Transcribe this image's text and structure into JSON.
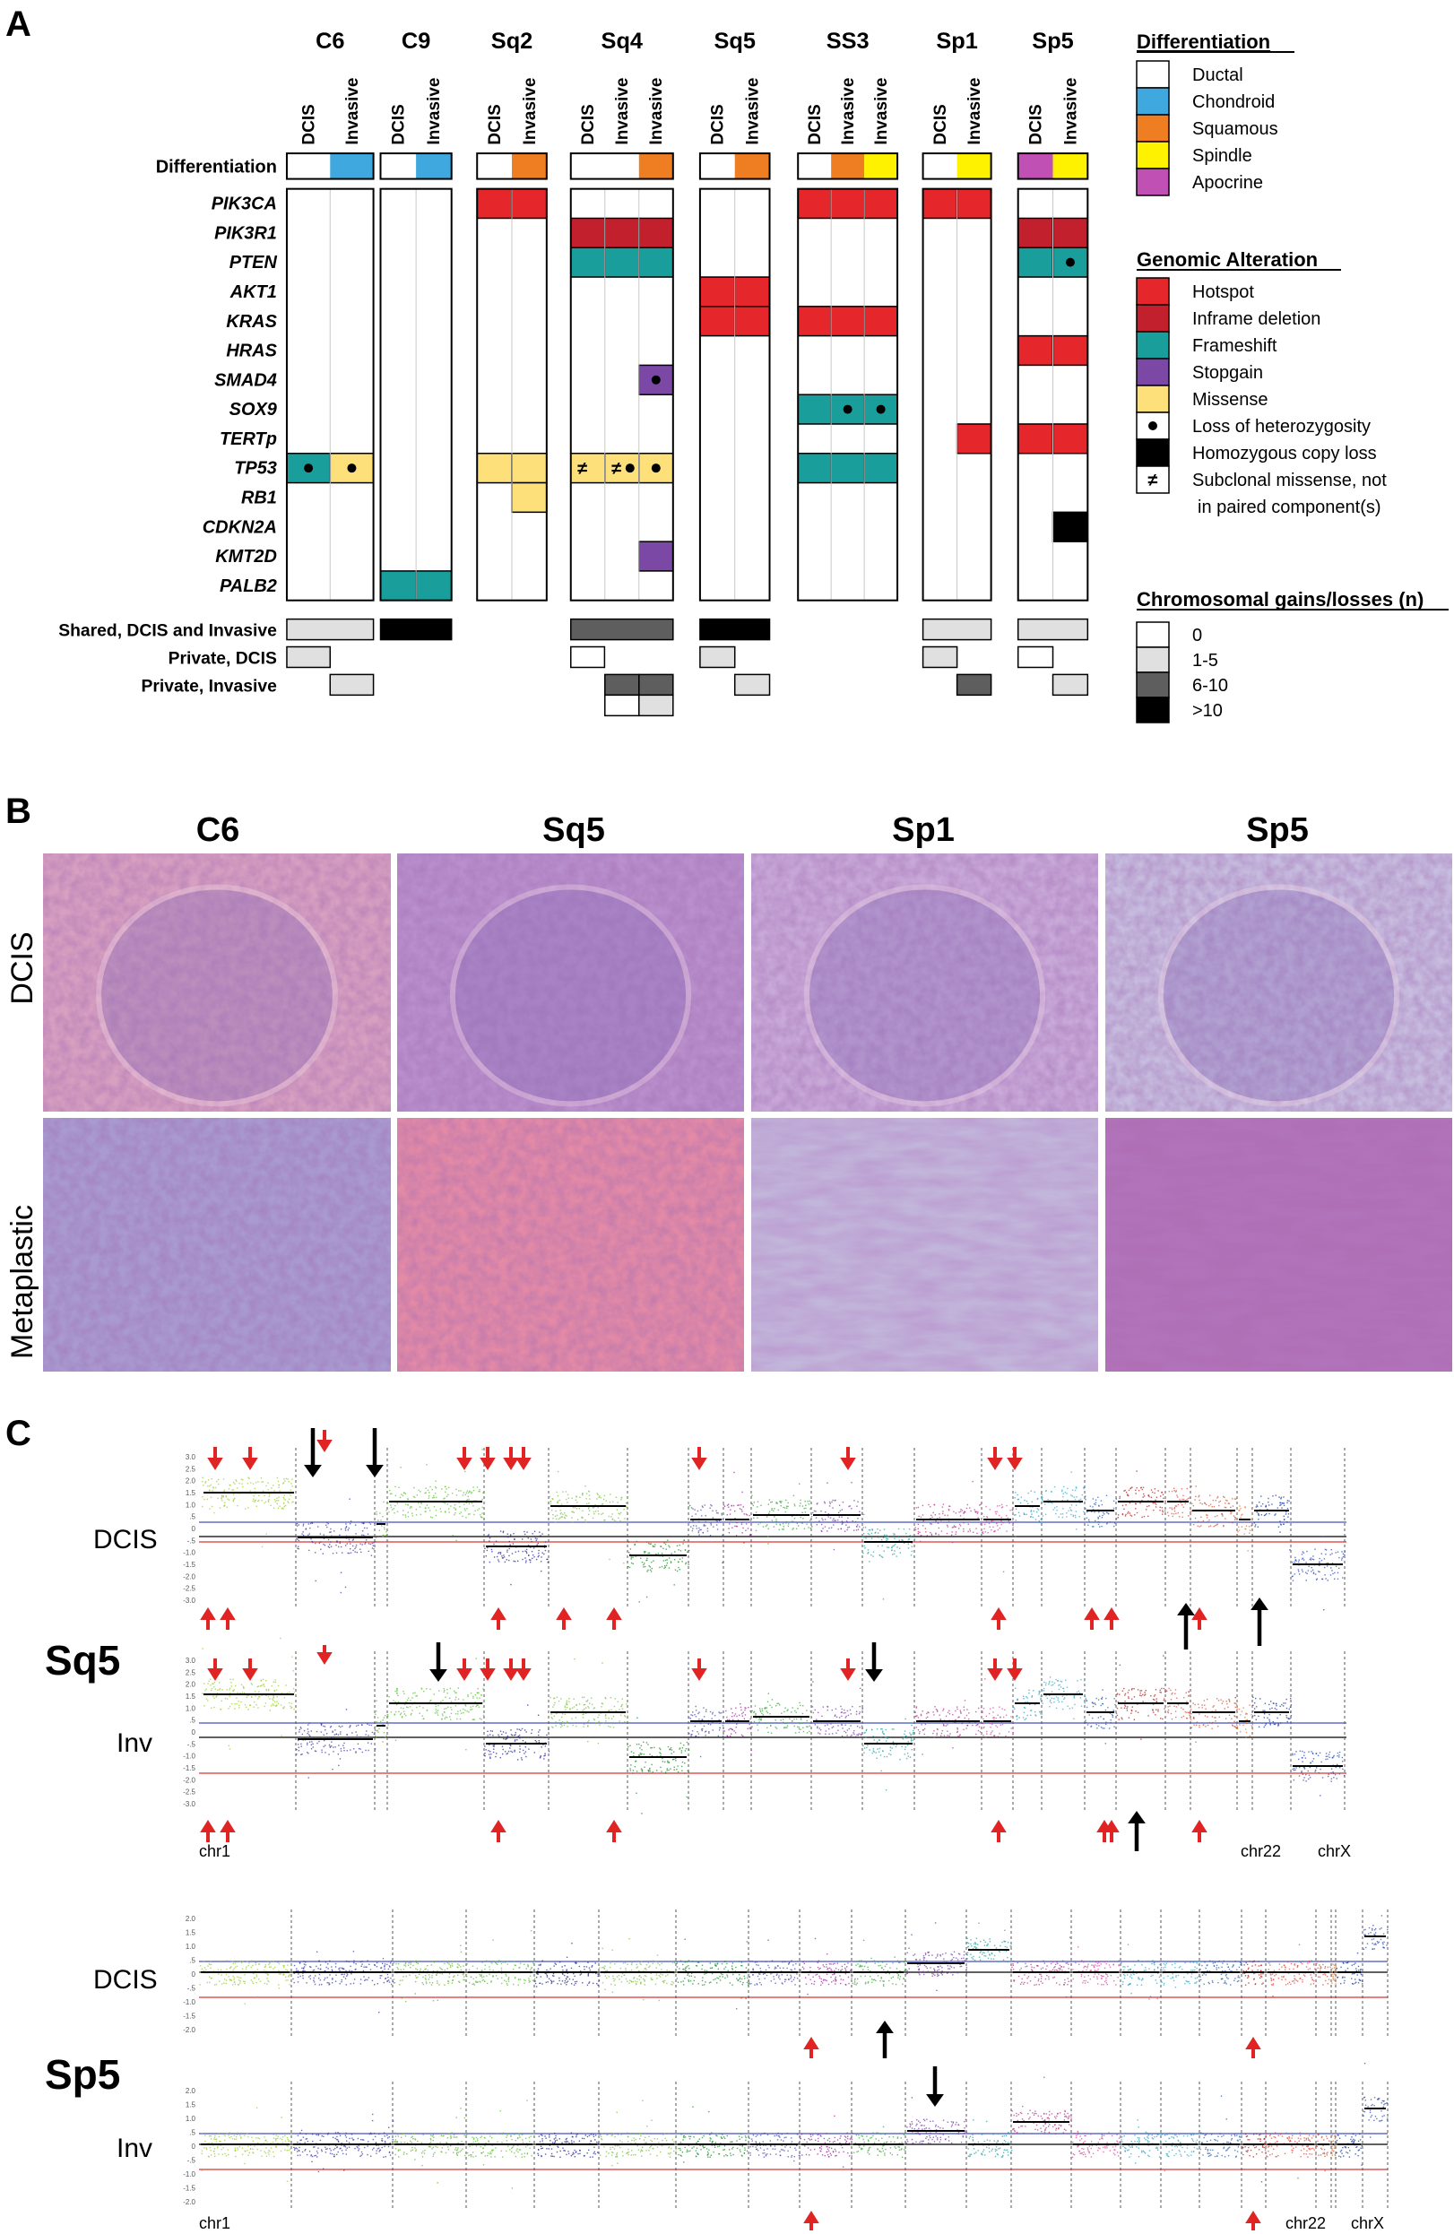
{
  "panels": {
    "a": "A",
    "b": "B",
    "c": "C"
  },
  "panelA": {
    "cases": [
      {
        "id": "C6",
        "components": [
          "DCIS",
          "Invasive"
        ],
        "diff": [
          "Ductal",
          "Chondroid"
        ]
      },
      {
        "id": "C9",
        "components": [
          "DCIS",
          "Invasive"
        ],
        "diff": [
          "Ductal",
          "Chondroid"
        ]
      },
      {
        "id": "Sq2",
        "components": [
          "DCIS",
          "Invasive"
        ],
        "diff": [
          "Ductal",
          "Squamous"
        ]
      },
      {
        "id": "Sq4",
        "components": [
          "DCIS",
          "Invasive",
          "Invasive"
        ],
        "diff": [
          "Ductal",
          "Ductal",
          "Squamous"
        ]
      },
      {
        "id": "Sq5",
        "components": [
          "DCIS",
          "Invasive"
        ],
        "diff": [
          "Ductal",
          "Squamous"
        ]
      },
      {
        "id": "SS3",
        "components": [
          "DCIS",
          "Invasive",
          "Invasive"
        ],
        "diff": [
          "Ductal",
          "Squamous",
          "Spindle"
        ]
      },
      {
        "id": "Sp1",
        "components": [
          "DCIS",
          "Invasive"
        ],
        "diff": [
          "Ductal",
          "Spindle"
        ]
      },
      {
        "id": "Sp5",
        "components": [
          "DCIS",
          "Invasive"
        ],
        "diff": [
          "Apocrine",
          "Spindle"
        ]
      }
    ],
    "differentiation_row_label": "Differentiation",
    "genes": [
      "PIK3CA",
      "PIK3R1",
      "PTEN",
      "AKT1",
      "KRAS",
      "HRAS",
      "SMAD4",
      "SOX9",
      "TERTp",
      "TP53",
      "RB1",
      "CDKN2A",
      "KMT2D",
      "PALB2"
    ],
    "alterations": [
      {
        "case": "C6",
        "gene": "TP53",
        "col": 0,
        "type": "Frameshift",
        "loh": true
      },
      {
        "case": "C6",
        "gene": "TP53",
        "col": 1,
        "type": "Missense",
        "loh": true
      },
      {
        "case": "C9",
        "gene": "PALB2",
        "col": 0,
        "type": "Frameshift"
      },
      {
        "case": "C9",
        "gene": "PALB2",
        "col": 1,
        "type": "Frameshift"
      },
      {
        "case": "Sq2",
        "gene": "PIK3CA",
        "col": 0,
        "type": "Hotspot"
      },
      {
        "case": "Sq2",
        "gene": "PIK3CA",
        "col": 1,
        "type": "Hotspot"
      },
      {
        "case": "Sq2",
        "gene": "TP53",
        "col": 0,
        "type": "Missense"
      },
      {
        "case": "Sq2",
        "gene": "TP53",
        "col": 1,
        "type": "Missense"
      },
      {
        "case": "Sq2",
        "gene": "RB1",
        "col": 1,
        "type": "Missense"
      },
      {
        "case": "Sq4",
        "gene": "PIK3R1",
        "col": 0,
        "type": "Inframe deletion"
      },
      {
        "case": "Sq4",
        "gene": "PIK3R1",
        "col": 1,
        "type": "Inframe deletion"
      },
      {
        "case": "Sq4",
        "gene": "PIK3R1",
        "col": 2,
        "type": "Inframe deletion"
      },
      {
        "case": "Sq4",
        "gene": "PTEN",
        "col": 0,
        "type": "Frameshift"
      },
      {
        "case": "Sq4",
        "gene": "PTEN",
        "col": 1,
        "type": "Frameshift"
      },
      {
        "case": "Sq4",
        "gene": "PTEN",
        "col": 2,
        "type": "Frameshift"
      },
      {
        "case": "Sq4",
        "gene": "SMAD4",
        "col": 2,
        "type": "Stopgain",
        "loh": true
      },
      {
        "case": "Sq4",
        "gene": "TP53",
        "col": 0,
        "type": "Missense",
        "subclonal": true
      },
      {
        "case": "Sq4",
        "gene": "TP53",
        "col": 1,
        "type": "Missense",
        "subclonal": true,
        "loh": true
      },
      {
        "case": "Sq4",
        "gene": "TP53",
        "col": 2,
        "type": "Missense",
        "loh": true
      },
      {
        "case": "Sq4",
        "gene": "KMT2D",
        "col": 2,
        "type": "Stopgain"
      },
      {
        "case": "Sq5",
        "gene": "AKT1",
        "col": 0,
        "type": "Hotspot"
      },
      {
        "case": "Sq5",
        "gene": "AKT1",
        "col": 1,
        "type": "Hotspot"
      },
      {
        "case": "Sq5",
        "gene": "KRAS",
        "col": 0,
        "type": "Hotspot"
      },
      {
        "case": "Sq5",
        "gene": "KRAS",
        "col": 1,
        "type": "Hotspot"
      },
      {
        "case": "SS3",
        "gene": "PIK3CA",
        "col": 0,
        "type": "Hotspot"
      },
      {
        "case": "SS3",
        "gene": "PIK3CA",
        "col": 1,
        "type": "Hotspot"
      },
      {
        "case": "SS3",
        "gene": "PIK3CA",
        "col": 2,
        "type": "Hotspot"
      },
      {
        "case": "SS3",
        "gene": "KRAS",
        "col": 0,
        "type": "Hotspot"
      },
      {
        "case": "SS3",
        "gene": "KRAS",
        "col": 1,
        "type": "Hotspot"
      },
      {
        "case": "SS3",
        "gene": "KRAS",
        "col": 2,
        "type": "Hotspot"
      },
      {
        "case": "SS3",
        "gene": "SOX9",
        "col": 0,
        "type": "Frameshift"
      },
      {
        "case": "SS3",
        "gene": "SOX9",
        "col": 1,
        "type": "Frameshift",
        "loh": true
      },
      {
        "case": "SS3",
        "gene": "SOX9",
        "col": 2,
        "type": "Frameshift",
        "loh": true
      },
      {
        "case": "SS3",
        "gene": "TP53",
        "col": 0,
        "type": "Frameshift"
      },
      {
        "case": "SS3",
        "gene": "TP53",
        "col": 1,
        "type": "Frameshift"
      },
      {
        "case": "SS3",
        "gene": "TP53",
        "col": 2,
        "type": "Frameshift"
      },
      {
        "case": "Sp1",
        "gene": "PIK3CA",
        "col": 0,
        "type": "Hotspot"
      },
      {
        "case": "Sp1",
        "gene": "PIK3CA",
        "col": 1,
        "type": "Hotspot"
      },
      {
        "case": "Sp1",
        "gene": "TERTp",
        "col": 1,
        "type": "Hotspot"
      },
      {
        "case": "Sp5",
        "gene": "PIK3R1",
        "col": 0,
        "type": "Inframe deletion"
      },
      {
        "case": "Sp5",
        "gene": "PIK3R1",
        "col": 1,
        "type": "Inframe deletion"
      },
      {
        "case": "Sp5",
        "gene": "PTEN",
        "col": 0,
        "type": "Frameshift"
      },
      {
        "case": "Sp5",
        "gene": "PTEN",
        "col": 1,
        "type": "Frameshift",
        "loh": true
      },
      {
        "case": "Sp5",
        "gene": "HRAS",
        "col": 0,
        "type": "Hotspot"
      },
      {
        "case": "Sp5",
        "gene": "HRAS",
        "col": 1,
        "type": "Hotspot"
      },
      {
        "case": "Sp5",
        "gene": "TERTp",
        "col": 0,
        "type": "Hotspot"
      },
      {
        "case": "Sp5",
        "gene": "TERTp",
        "col": 1,
        "type": "Hotspot"
      },
      {
        "case": "Sp5",
        "gene": "CDKN2A",
        "col": 1,
        "type": "Homozygous copy loss"
      }
    ],
    "cn_rows": [
      "Shared, DCIS and Invasive",
      "Private, DCIS",
      "Private, Invasive"
    ],
    "cn": {
      "C6": {
        "shared": "1-5",
        "dcis": "1-5",
        "inv": [
          "1-5"
        ]
      },
      "C9": {
        "shared": ">10",
        "dcis": null,
        "inv": null
      },
      "Sq4": {
        "shared": "6-10",
        "dcis": "0",
        "inv": [
          "6-10",
          "6-10"
        ],
        "extra": [
          "0",
          "1-5"
        ]
      },
      "Sq5": {
        "shared": ">10",
        "dcis": "1-5",
        "inv": [
          "1-5"
        ]
      },
      "Sp1": {
        "shared": "1-5",
        "dcis": "1-5",
        "inv": [
          "6-10"
        ]
      },
      "Sp5": {
        "shared": "1-5",
        "dcis": "0",
        "inv": [
          "1-5"
        ]
      }
    },
    "legend": {
      "diff_title": "Differentiation",
      "diff": [
        {
          "label": "Ductal",
          "color": "#ffffff"
        },
        {
          "label": "Chondroid",
          "color": "#3fa9df"
        },
        {
          "label": "Squamous",
          "color": "#ef7d22"
        },
        {
          "label": "Spindle",
          "color": "#fff200"
        },
        {
          "label": "Apocrine",
          "color": "#c150b4"
        }
      ],
      "alt_title": "Genomic Alteration",
      "alt": [
        {
          "label": "Hotspot",
          "color": "#e5262b"
        },
        {
          "label": "Inframe deletion",
          "color": "#c3202e"
        },
        {
          "label": "Frameshift",
          "color": "#1a9e9c"
        },
        {
          "label": "Stopgain",
          "color": "#7b48a6"
        },
        {
          "label": "Missense",
          "color": "#fde07a"
        },
        {
          "label": "Loss of heterozygosity",
          "color": "dot"
        },
        {
          "label": "Homozygous copy loss",
          "color": "#000000"
        },
        {
          "label": "Subclonal missense, not",
          "label2": "in paired component(s)",
          "color": "ne"
        }
      ],
      "cn_title": "Chromosomal gains/losses (n)",
      "cn": [
        {
          "label": "0",
          "color": "#ffffff"
        },
        {
          "label": "1-5",
          "color": "#e0e0e0"
        },
        {
          "label": "6-10",
          "color": "#5e5e5e"
        },
        {
          "label": ">10",
          "color": "#000000"
        }
      ]
    }
  },
  "panelB": {
    "columns": [
      "C6",
      "Sq5",
      "Sp1",
      "Sp5"
    ],
    "rows": [
      "DCIS",
      "Metaplastic"
    ]
  },
  "panelC": {
    "sq5": {
      "case": "Sq5",
      "track_dcis": "DCIS",
      "track_inv": "Inv",
      "chr_start": "chr1",
      "chr22": "chr22",
      "chrx": "chrX",
      "ytick_labels": [
        "3.0",
        "2.5",
        "2.0",
        "1.5",
        "1.0",
        ".5",
        "0",
        "-.5",
        "-1.0",
        "-1.5",
        "-2.0",
        "-2.5",
        "-3.0"
      ]
    },
    "sp5": {
      "case": "Sp5",
      "track_dcis": "DCIS",
      "track_inv": "Inv",
      "chr_start": "chr1",
      "chr22": "chr22",
      "chrx": "chrX",
      "ytick_labels": [
        "2.0",
        "1.5",
        "1.0",
        ".5",
        "0",
        "-.5",
        "-1.0",
        "-1.5",
        "-2.0"
      ]
    }
  },
  "symbols": {
    "ne": "≠"
  }
}
